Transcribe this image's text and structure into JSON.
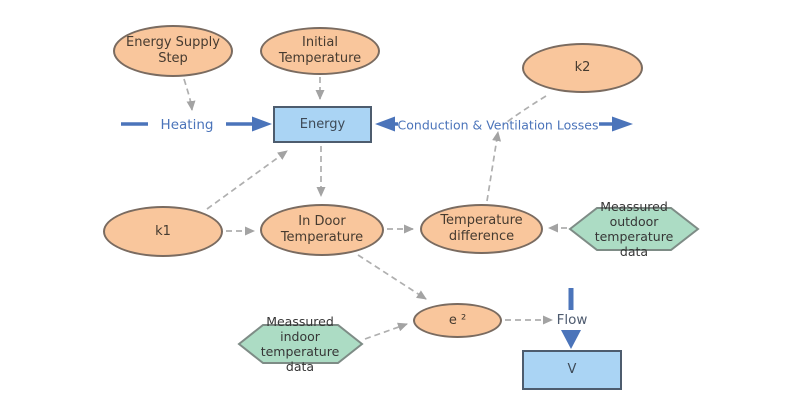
{
  "diagram": {
    "nodes": {
      "energy_supply_step": {
        "label": "Energy Supply\nStep",
        "shape": "ellipse"
      },
      "initial_temperature": {
        "label": "Initial\nTemperature",
        "shape": "ellipse"
      },
      "k2": {
        "label": "k2",
        "shape": "ellipse"
      },
      "k1": {
        "label": "k1",
        "shape": "ellipse"
      },
      "energy": {
        "label": "Energy",
        "shape": "stock-rect"
      },
      "indoor_temperature": {
        "label": "In Door\nTemperature",
        "shape": "ellipse"
      },
      "temperature_difference": {
        "label": "Temperature\ndifference",
        "shape": "ellipse"
      },
      "e_squared": {
        "label": "e ²",
        "shape": "ellipse"
      },
      "outdoor_data": {
        "label": "Meassured\noutdoor\ntemperature\ndata",
        "shape": "hexagon"
      },
      "indoor_data": {
        "label": "Meassured\nindoor\ntemperature\ndata",
        "shape": "hexagon"
      },
      "v": {
        "label": "V",
        "shape": "stock-rect"
      }
    },
    "flows": {
      "heating": {
        "label": "Heating"
      },
      "losses": {
        "label": "Conduction & Ventilation Losses"
      },
      "flow": {
        "label": "Flow"
      }
    },
    "colors": {
      "variable_fill": "#F9C69C",
      "variable_border": "#7A6B60",
      "stock_fill": "#AAD4F4",
      "stock_border": "#4D5C6E",
      "data_fill": "#ACDCC4",
      "data_border": "#7E8C86",
      "flow_arrow_blue": "#4B74BA",
      "flow_label_blue": "#4B74BA",
      "flow_label_dark": "#4D5A6E",
      "connector_gray": "#AFAFAF",
      "node_text": "#463B30"
    }
  }
}
